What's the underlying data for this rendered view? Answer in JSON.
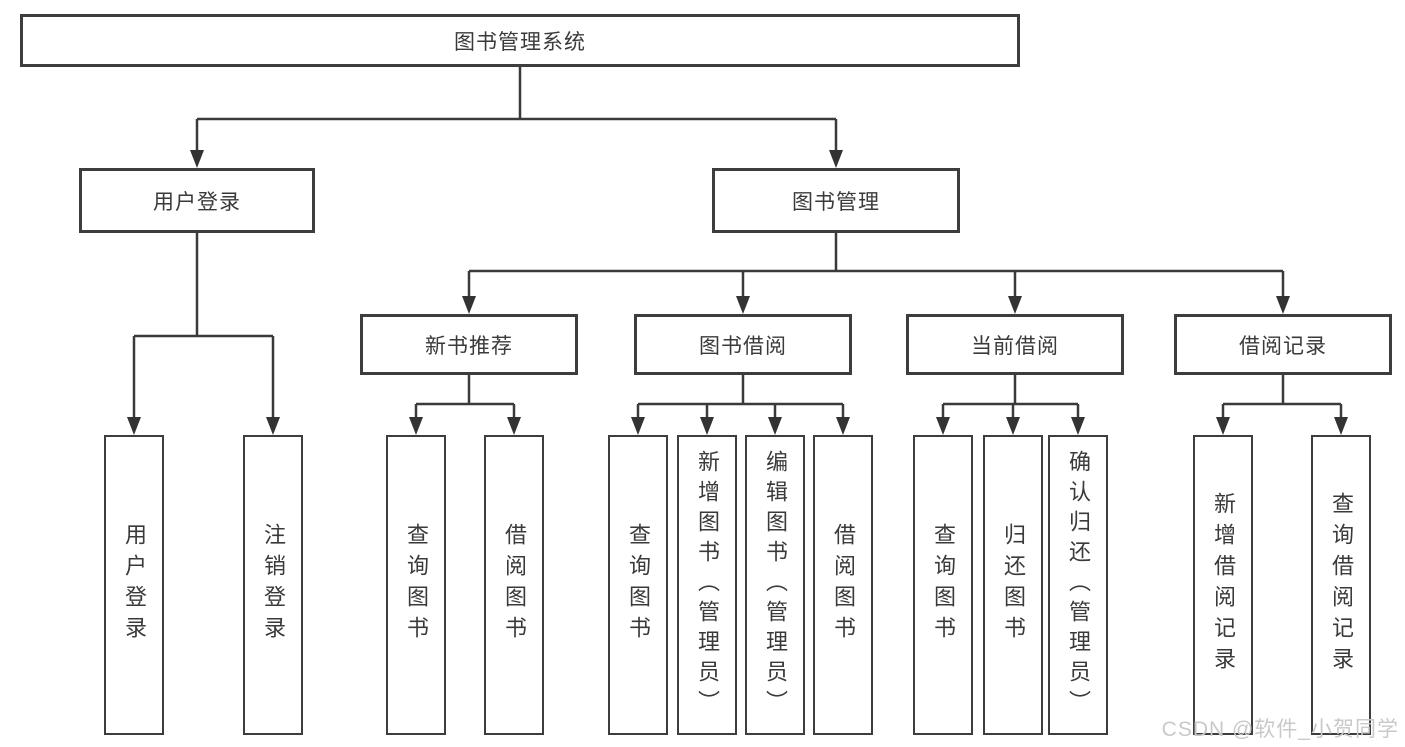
{
  "tree": {
    "root": {
      "label": "图书管理系统",
      "children": [
        {
          "label": "用户登录",
          "children": [
            {
              "label": "用户登录"
            },
            {
              "label": "注销登录"
            }
          ]
        },
        {
          "label": "图书管理",
          "children": [
            {
              "label": "新书推荐",
              "children": [
                {
                  "label": "查询图书"
                },
                {
                  "label": "借阅图书"
                }
              ]
            },
            {
              "label": "图书借阅",
              "children": [
                {
                  "label": "查询图书"
                },
                {
                  "label": "新增图书（管理员）"
                },
                {
                  "label": "编辑图书（管理员）"
                },
                {
                  "label": "借阅图书"
                }
              ]
            },
            {
              "label": "当前借阅",
              "children": [
                {
                  "label": "查询图书"
                },
                {
                  "label": "归还图书"
                },
                {
                  "label": "确认归还（管理员）"
                }
              ]
            },
            {
              "label": "借阅记录",
              "children": [
                {
                  "label": "新增借阅记录"
                },
                {
                  "label": "查询借阅记录"
                }
              ]
            }
          ]
        }
      ]
    }
  },
  "watermark": {
    "text": "CSDN @软件_小贺同学"
  },
  "colors": {
    "line": "#3a3a3a",
    "border": "#3d3d3d",
    "text": "#3a3a3a",
    "watermark": "#c9c9c9",
    "background": "#ffffff"
  }
}
